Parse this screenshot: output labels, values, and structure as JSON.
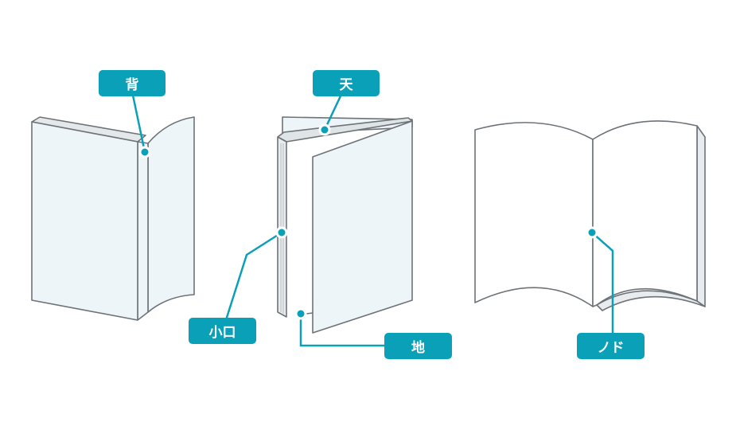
{
  "colors": {
    "accent": "#0aa0b8",
    "outline": "#6e7378",
    "cover_fill": "#edf5f9",
    "page_fill": "#ffffff"
  },
  "labels": {
    "spine": "背",
    "head": "天",
    "fore_edge": "小口",
    "tail": "地",
    "gutter": "ノド"
  }
}
